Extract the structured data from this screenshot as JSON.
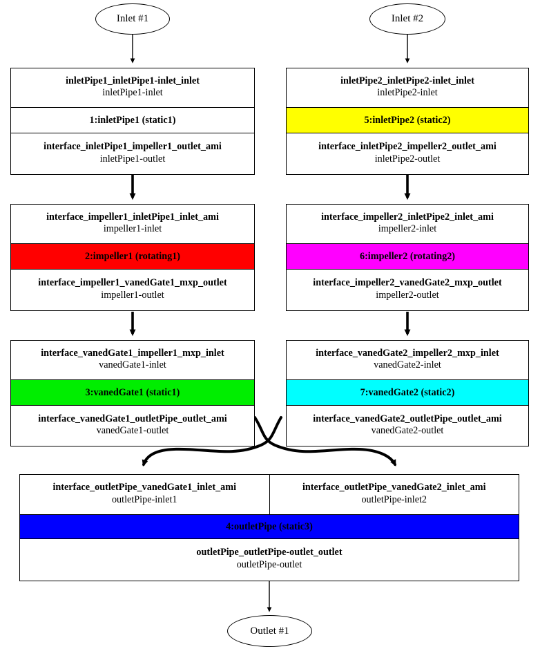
{
  "diagram": {
    "title": "Turbomachinery region / interface connectivity graph",
    "type": "graphviz-record-digraph",
    "background": "#ffffff",
    "edge_color": "#000000"
  },
  "terminals": [
    {
      "id": "inlet1",
      "label": "Inlet #1",
      "shape": "ellipse"
    },
    {
      "id": "inlet2",
      "label": "Inlet #2",
      "shape": "ellipse"
    },
    {
      "id": "outlet1",
      "label": "Outlet #1",
      "shape": "ellipse"
    }
  ],
  "nodes": [
    {
      "id": "inletPipe1",
      "zone_label": "1:inletPipe1 (static1)",
      "zone_color": "#ffffff",
      "inlets": [
        {
          "interface": "inletPipe1_inletPipe1-inlet_inlet",
          "patch": "inletPipe1-inlet"
        }
      ],
      "outlets": [
        {
          "interface": "interface_inletPipe1_impeller1_outlet_ami",
          "patch": "inletPipe1-outlet"
        }
      ]
    },
    {
      "id": "impeller1",
      "zone_label": "2:impeller1 (rotating1)",
      "zone_color": "#ff0000",
      "inlets": [
        {
          "interface": "interface_impeller1_inletPipe1_inlet_ami",
          "patch": "impeller1-inlet"
        }
      ],
      "outlets": [
        {
          "interface": "interface_impeller1_vanedGate1_mxp_outlet",
          "patch": "impeller1-outlet"
        }
      ]
    },
    {
      "id": "vanedGate1",
      "zone_label": "3:vanedGate1 (static1)",
      "zone_color": "#00ee00",
      "inlets": [
        {
          "interface": "interface_vanedGate1_impeller1_mxp_inlet",
          "patch": "vanedGate1-inlet"
        }
      ],
      "outlets": [
        {
          "interface": "interface_vanedGate1_outletPipe_outlet_ami",
          "patch": "vanedGate1-outlet"
        }
      ]
    },
    {
      "id": "inletPipe2",
      "zone_label": "5:inletPipe2 (static2)",
      "zone_color": "#ffff00",
      "inlets": [
        {
          "interface": "inletPipe2_inletPipe2-inlet_inlet",
          "patch": "inletPipe2-inlet"
        }
      ],
      "outlets": [
        {
          "interface": "interface_inletPipe2_impeller2_outlet_ami",
          "patch": "inletPipe2-outlet"
        }
      ]
    },
    {
      "id": "impeller2",
      "zone_label": "6:impeller2 (rotating2)",
      "zone_color": "#ff00ff",
      "inlets": [
        {
          "interface": "interface_impeller2_inletPipe2_inlet_ami",
          "patch": "impeller2-inlet"
        }
      ],
      "outlets": [
        {
          "interface": "interface_impeller2_vanedGate2_mxp_outlet",
          "patch": "impeller2-outlet"
        }
      ]
    },
    {
      "id": "vanedGate2",
      "zone_label": "7:vanedGate2 (static2)",
      "zone_color": "#00ffff",
      "inlets": [
        {
          "interface": "interface_vanedGate2_impeller2_mxp_inlet",
          "patch": "vanedGate2-inlet"
        }
      ],
      "outlets": [
        {
          "interface": "interface_vanedGate2_outletPipe_outlet_ami",
          "patch": "vanedGate2-outlet"
        }
      ]
    },
    {
      "id": "outletPipe",
      "zone_label": "4:outletPipe (static3)",
      "zone_color": "#0000ff",
      "inlets": [
        {
          "interface": "interface_outletPipe_vanedGate1_inlet_ami",
          "patch": "outletPipe-inlet1"
        },
        {
          "interface": "interface_outletPipe_vanedGate2_inlet_ami",
          "patch": "outletPipe-inlet2"
        }
      ],
      "outlets": [
        {
          "interface": "outletPipe_outletPipe-outlet_outlet",
          "patch": "outletPipe-outlet"
        }
      ]
    }
  ],
  "edges": [
    {
      "from": "inlet1",
      "to": "inletPipe1",
      "style": "thin-straight"
    },
    {
      "from": "inletPipe1",
      "to": "impeller1",
      "style": "thick-straight"
    },
    {
      "from": "impeller1",
      "to": "vanedGate1",
      "style": "thick-straight"
    },
    {
      "from": "vanedGate1",
      "to": "outletPipe-inlet1",
      "style": "thick-curved-cross"
    },
    {
      "from": "inlet2",
      "to": "inletPipe2",
      "style": "thin-straight"
    },
    {
      "from": "inletPipe2",
      "to": "impeller2",
      "style": "thick-straight"
    },
    {
      "from": "impeller2",
      "to": "vanedGate2",
      "style": "thick-straight"
    },
    {
      "from": "vanedGate2",
      "to": "outletPipe-inlet2",
      "style": "thick-curved-cross"
    },
    {
      "from": "outletPipe",
      "to": "outlet1",
      "style": "thin-straight"
    }
  ]
}
